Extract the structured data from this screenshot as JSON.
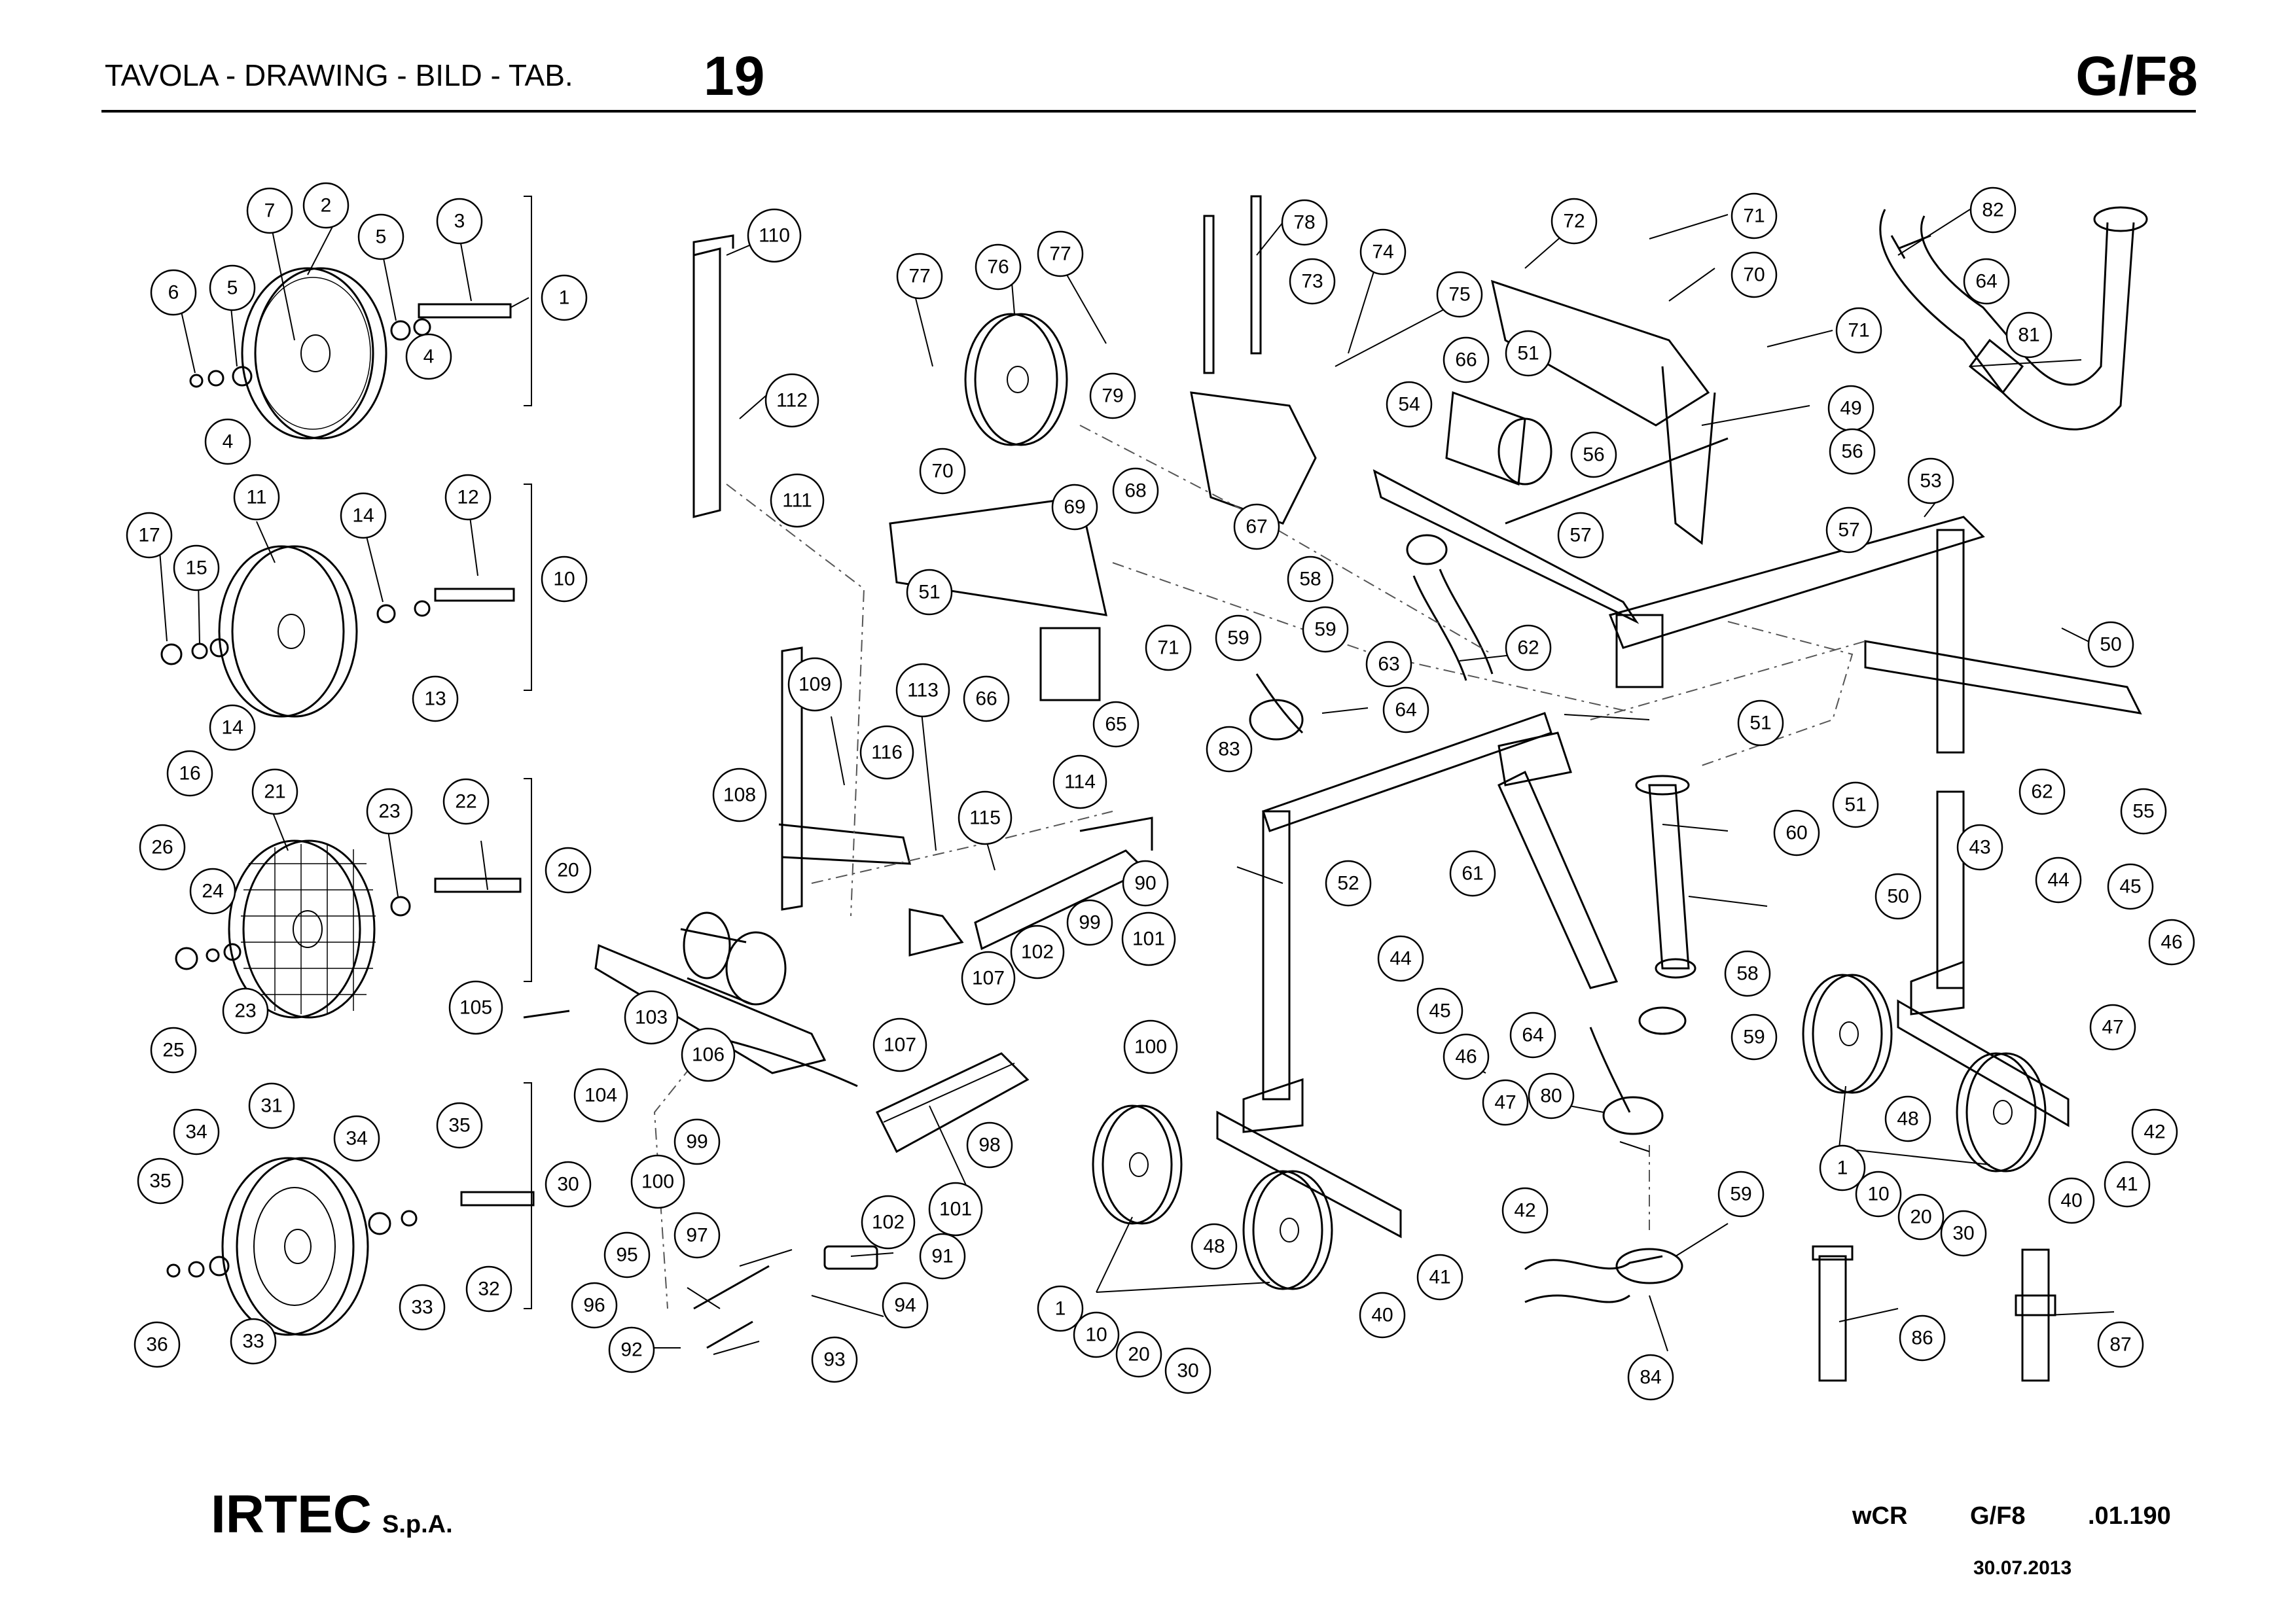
{
  "header": {
    "title": "TAVOLA - DRAWING - BILD - TAB.",
    "table_number": "19",
    "group_code": "G/F8"
  },
  "footer": {
    "brand": "IRTEC",
    "brand_suffix": "S.p.A.",
    "model": "wCR",
    "code": "G/F8",
    "revision": ".01.190",
    "date": "30.07.2013"
  },
  "part_labels": [
    "1",
    "2",
    "3",
    "4",
    "5",
    "6",
    "7",
    "10",
    "11",
    "12",
    "13",
    "14",
    "15",
    "16",
    "17",
    "20",
    "21",
    "22",
    "23",
    "24",
    "25",
    "26",
    "30",
    "31",
    "32",
    "33",
    "34",
    "35",
    "36",
    "40",
    "41",
    "42",
    "43",
    "44",
    "45",
    "46",
    "47",
    "48",
    "49",
    "50",
    "51",
    "52",
    "53",
    "54",
    "55",
    "56",
    "57",
    "58",
    "59",
    "60",
    "61",
    "62",
    "63",
    "64",
    "65",
    "66",
    "67",
    "68",
    "69",
    "70",
    "71",
    "72",
    "73",
    "74",
    "75",
    "76",
    "77",
    "78",
    "79",
    "80",
    "81",
    "82",
    "83",
    "84",
    "86",
    "87",
    "90",
    "91",
    "92",
    "93",
    "94",
    "95",
    "96",
    "97",
    "98",
    "99",
    "100",
    "101",
    "102",
    "103",
    "104",
    "105",
    "106",
    "107",
    "108",
    "109",
    "110",
    "111",
    "112",
    "113",
    "114",
    "115",
    "116"
  ]
}
